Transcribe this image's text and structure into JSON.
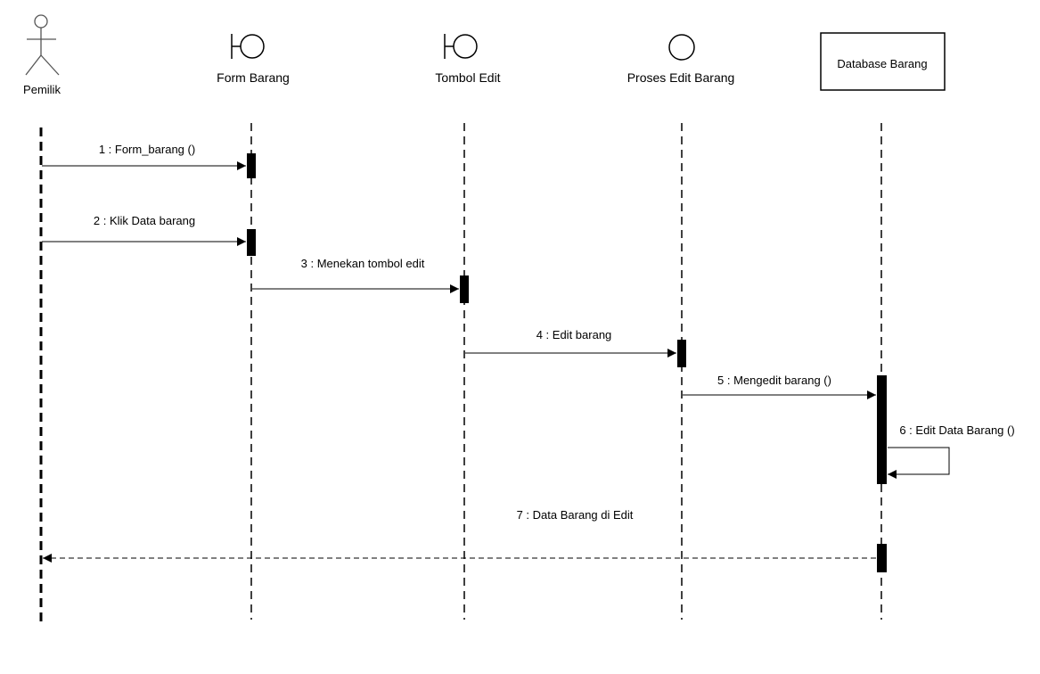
{
  "participants": [
    {
      "id": "pemilik",
      "label": "Pemilik",
      "kind": "actor"
    },
    {
      "id": "form-barang",
      "label": "Form Barang",
      "kind": "boundary"
    },
    {
      "id": "tombol-edit",
      "label": "Tombol Edit",
      "kind": "boundary"
    },
    {
      "id": "proses-edit-barang",
      "label": "Proses Edit Barang",
      "kind": "control"
    },
    {
      "id": "database-barang",
      "label": "Database Barang",
      "kind": "entity-box"
    }
  ],
  "messages": [
    {
      "label": "1 : Form_barang ()",
      "from": "pemilik",
      "to": "form-barang",
      "type": "sync"
    },
    {
      "label": "2 : Klik Data barang",
      "from": "pemilik",
      "to": "form-barang",
      "type": "sync"
    },
    {
      "label": "3 : Menekan tombol edit",
      "from": "form-barang",
      "to": "tombol-edit",
      "type": "sync"
    },
    {
      "label": "4 : Edit barang",
      "from": "tombol-edit",
      "to": "proses-edit-barang",
      "type": "sync"
    },
    {
      "label": "5 : Mengedit barang ()",
      "from": "proses-edit-barang",
      "to": "database-barang",
      "type": "sync"
    },
    {
      "label": "6 : Edit Data Barang ()",
      "from": "database-barang",
      "to": "database-barang",
      "type": "self"
    },
    {
      "label": "7 : Data Barang di Edit",
      "from": "database-barang",
      "to": "pemilik",
      "type": "return"
    }
  ],
  "colors": {
    "line": "#000000",
    "background": "#ffffff"
  }
}
